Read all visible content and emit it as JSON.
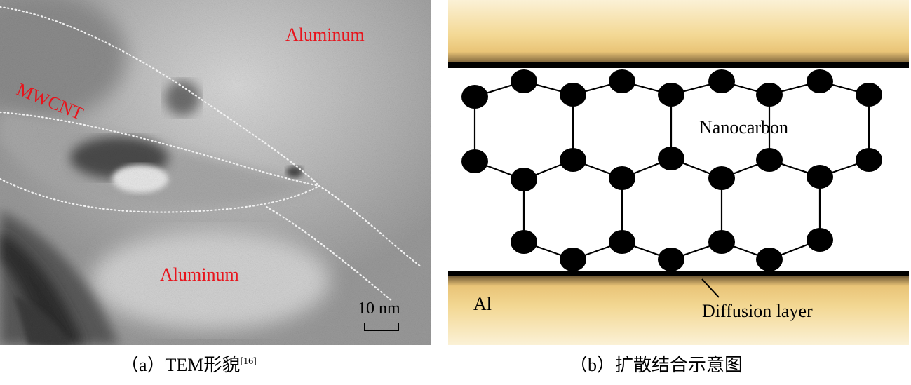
{
  "panel_a": {
    "labels": {
      "aluminum_top": "Aluminum",
      "mwcnt": "MWCNT",
      "aluminum_bottom": "Aluminum"
    },
    "scale_bar": "10 nm",
    "caption_main": "（a）TEM形貌",
    "caption_ref": "[16]",
    "colors": {
      "label": "#e8141c"
    }
  },
  "panel_b": {
    "labels": {
      "nanocarbon": "Nanocarbon",
      "al": "Al",
      "diffusion_layer": "Diffusion layer"
    },
    "caption": "（b）扩散结合示意图",
    "colors": {
      "aluminum": "#f7e3b0",
      "node": "#000000",
      "layer": "#000000"
    }
  }
}
